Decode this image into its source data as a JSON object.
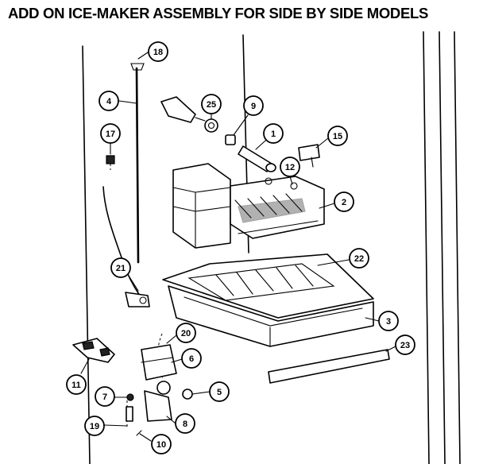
{
  "title": "ADD ON ICE-MAKER ASSEMBLY FOR SIDE BY SIDE MODELS",
  "callouts": {
    "c18": "18",
    "c4": "4",
    "c25": "25",
    "c9": "9",
    "c1": "1",
    "c15": "15",
    "c17": "17",
    "c12": "12",
    "c2": "2",
    "c22": "22",
    "c21": "21",
    "c3": "3",
    "c20": "20",
    "c6": "6",
    "c23": "23",
    "c11": "11",
    "c7": "7",
    "c5": "5",
    "c19": "19",
    "c8": "8",
    "c10": "10"
  }
}
